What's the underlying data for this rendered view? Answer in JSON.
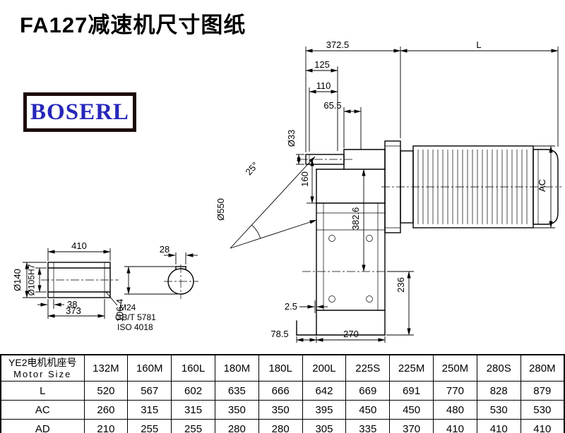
{
  "page": {
    "title": "FA127减速机尺寸图纸",
    "logo": "BOSERL"
  },
  "drawing": {
    "dims": {
      "overall_372_5": "372.5",
      "motor_length": "L",
      "d125": "125",
      "d110": "110",
      "d65_5": "65.5",
      "shaft_dia_33": "Ø33",
      "d160": "160",
      "angle_25": "25°",
      "housing_dia_550": "Ø550",
      "d382_6": "382.6",
      "motor_dia_ac": "AC",
      "d236": "236",
      "d2_5": "2.5",
      "d78_5": "78.5",
      "d270": "270"
    },
    "shaft_detail": {
      "length_410": "410",
      "outer_dia": "Ø140",
      "bore_dia": "Ø105H7",
      "d38": "38",
      "d373": "373",
      "thread": "M24",
      "standard_gb": "GB/T 5781",
      "standard_iso": "ISO 4018"
    },
    "key_section": {
      "key_width_28": "28",
      "d106_4": "106.4"
    }
  },
  "table": {
    "header_cn": "YE2电机机座号",
    "header_en": "Motor Size",
    "columns": [
      "132M",
      "160M",
      "160L",
      "180M",
      "180L",
      "200L",
      "225S",
      "225M",
      "250M",
      "280S",
      "280M"
    ],
    "rows": [
      {
        "label": "L",
        "values": [
          "520",
          "567",
          "602",
          "635",
          "666",
          "642",
          "669",
          "691",
          "770",
          "828",
          "879"
        ]
      },
      {
        "label": "AC",
        "values": [
          "260",
          "315",
          "315",
          "350",
          "350",
          "395",
          "450",
          "450",
          "480",
          "530",
          "530"
        ]
      },
      {
        "label": "AD",
        "values": [
          "210",
          "255",
          "255",
          "280",
          "280",
          "305",
          "335",
          "370",
          "410",
          "410",
          "410"
        ]
      }
    ]
  }
}
